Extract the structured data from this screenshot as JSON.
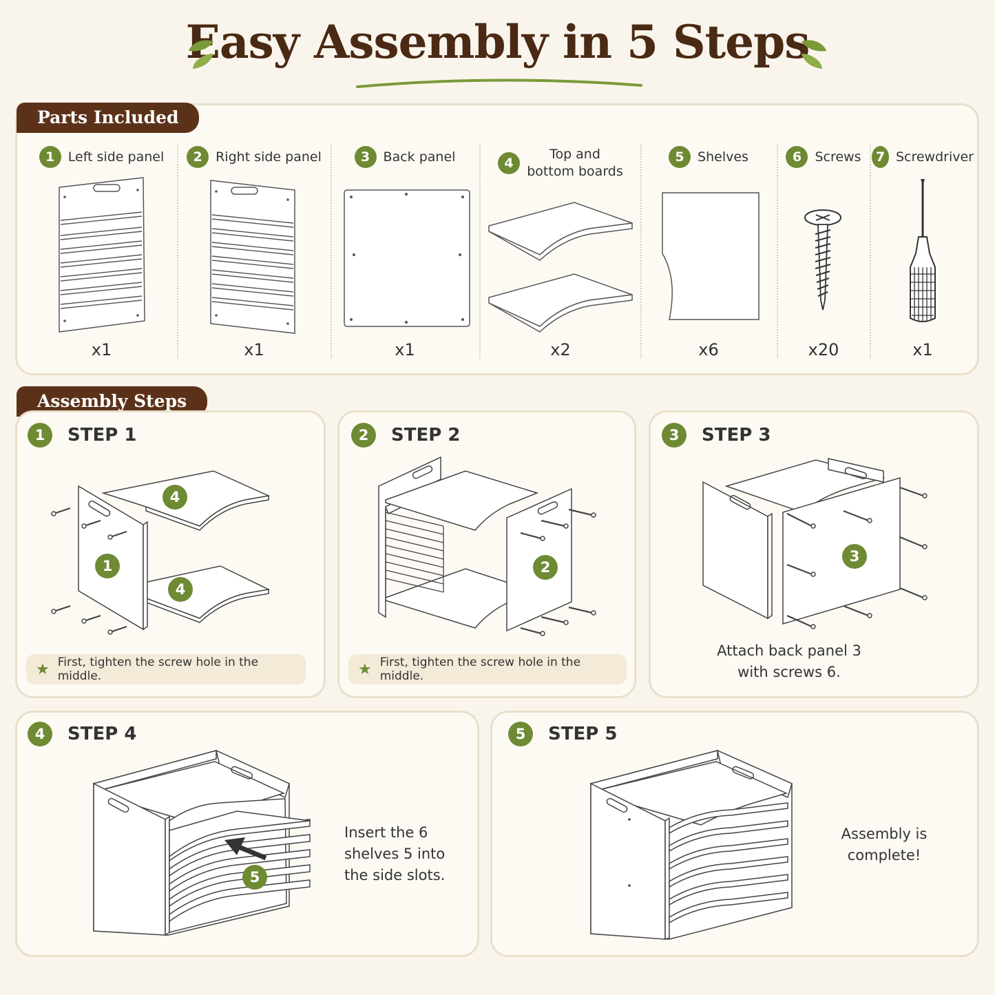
{
  "title": "Easy Assembly in 5 Steps",
  "parts_section": {
    "tag": "Parts Included",
    "parts": [
      {
        "num": "1",
        "label": "Left side panel",
        "qty": "x1",
        "icon": "left-side-panel-icon"
      },
      {
        "num": "2",
        "label": "Right side panel",
        "qty": "x1",
        "icon": "right-side-panel-icon"
      },
      {
        "num": "3",
        "label": "Back panel",
        "qty": "x1",
        "icon": "back-panel-icon"
      },
      {
        "num": "4",
        "label": "Top and bottom boards",
        "qty": "x2",
        "icon": "board-icon"
      },
      {
        "num": "5",
        "label": "Shelves",
        "qty": "x6",
        "icon": "shelf-icon"
      },
      {
        "num": "6",
        "label": "Screws",
        "qty": "x20",
        "icon": "screw-icon"
      },
      {
        "num": "7",
        "label": "Screwdriver",
        "qty": "x1",
        "icon": "screwdriver-icon"
      }
    ]
  },
  "steps_section": {
    "tag": "Assembly Steps",
    "steps": [
      {
        "num": "1",
        "title": "STEP 1",
        "tip": "First, tighten the screw hole in the middle."
      },
      {
        "num": "2",
        "title": "STEP 2",
        "tip": "First, tighten the screw hole in the middle."
      },
      {
        "num": "3",
        "title": "STEP 3",
        "note_line1": "Attach back panel 3",
        "note_line2": "with screws 6."
      },
      {
        "num": "4",
        "title": "STEP 4",
        "note_line1": "Insert the 6",
        "note_line2": "shelves 5 into",
        "note_line3": "the side slots."
      },
      {
        "num": "5",
        "title": "STEP 5",
        "note_line1": "Assembly is",
        "note_line2": "complete!"
      }
    ]
  },
  "colors": {
    "accent_green": "#6e8a33",
    "brown": "#5b3219",
    "background": "#faf5ec"
  }
}
